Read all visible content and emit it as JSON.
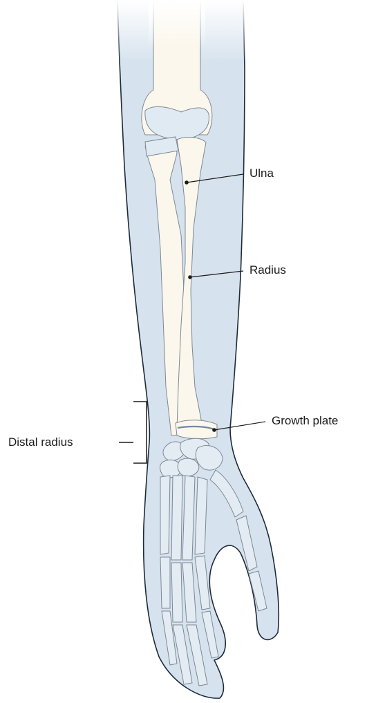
{
  "labels": {
    "ulna": "Ulna",
    "radius": "Radius",
    "distal_radius": "Distal radius",
    "growth_plate": "Growth plate"
  },
  "colors": {
    "skin_fill": "#d6e3ee",
    "skin_outline": "#1e2a3a",
    "bone_fill": "#fbf7ec",
    "bone_outline": "#7d8794",
    "joint_fill": "#dfeaf3",
    "hand_bone_fill": "#e3ebf3",
    "growth_plate_line": "#6f8aa3",
    "leader_line": "#1a1a1a"
  }
}
